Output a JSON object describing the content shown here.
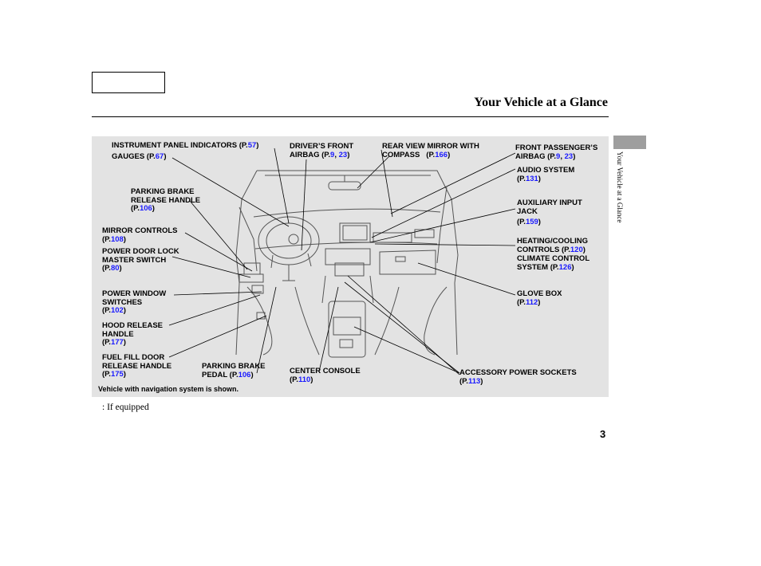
{
  "header": {
    "title": "Your Vehicle at a Glance",
    "side_tab_text": "Your Vehicle at a Glance"
  },
  "labels": {
    "instrument_panel": {
      "text": "INSTRUMENT PANEL INDICATORS (",
      "p": "P.",
      "n1": "57",
      "close": ")"
    },
    "gauges": {
      "text": "GAUGES (",
      "p": "P.",
      "n1": "67",
      "close": ")"
    },
    "parking_brake_handle": {
      "line1": "PARKING BRAKE",
      "line2": "RELEASE HANDLE",
      "open": "(",
      "p": "P.",
      "n1": "106",
      "close": ")"
    },
    "mirror_controls": {
      "line1": "MIRROR CONTROLS",
      "open": "(",
      "p": "P.",
      "n1": "108",
      "close": ")"
    },
    "power_door_lock": {
      "line1": "POWER DOOR LOCK",
      "line2": "MASTER SWITCH",
      "open": "(",
      "p": "P.",
      "n1": "80",
      "close": ")"
    },
    "power_window": {
      "line1": "POWER WINDOW",
      "line2": "SWITCHES",
      "open": "(",
      "p": "P.",
      "n1": "102",
      "close": ")"
    },
    "hood_release": {
      "line1": "HOOD RELEASE",
      "line2": "HANDLE",
      "open": "(",
      "p": "P.",
      "n1": "177",
      "close": ")"
    },
    "fuel_fill": {
      "line1": "FUEL FILL DOOR",
      "line2": "RELEASE HANDLE",
      "open": "(",
      "p": "P.",
      "n1": "175",
      "close": ")"
    },
    "parking_brake_pedal": {
      "line1": "PARKING BRAKE",
      "line2a": "PEDAL (",
      "p": "P.",
      "n1": "106",
      "close": ")"
    },
    "drivers_airbag": {
      "line1": "DRIVER’S FRONT",
      "line2a": "AIRBAG (",
      "p": "P.",
      "n1": "9",
      "sep": ", ",
      "n2": "23",
      "close": ")"
    },
    "rear_view_mirror": {
      "line1": "REAR VIEW MIRROR WITH",
      "line2a": "COMPASS",
      "open": "(",
      "p": "P.",
      "n1": "166",
      "close": ")"
    },
    "center_console": {
      "line1": "CENTER CONSOLE",
      "open": "(",
      "p": "P.",
      "n1": "110",
      "close": ")"
    },
    "accessory_power": {
      "line1": "ACCESSORY POWER SOCKETS",
      "open": "(",
      "p": "P.",
      "n1": "113",
      "close": ")"
    },
    "passenger_airbag": {
      "line1": "FRONT PASSENGER’S",
      "line2a": "AIRBAG (",
      "p": "P.",
      "n1": "9",
      "sep": ", ",
      "n2": "23",
      "close": ")"
    },
    "audio_system": {
      "line1": "AUDIO SYSTEM",
      "open": "(",
      "p": "P.",
      "n1": "131",
      "close": ")"
    },
    "aux_input": {
      "line1": "AUXILIARY INPUT",
      "line2": "JACK",
      "open": "(",
      "p": "P.",
      "n1": "159",
      "close": ")"
    },
    "heating_cooling": {
      "line1": "HEATING/COOLING",
      "line2a": "CONTROLS (",
      "p": "P.",
      "n1": "120",
      "close": ")"
    },
    "climate_control": {
      "line1": "CLIMATE CONTROL",
      "line2a": "SYSTEM (",
      "p": "P.",
      "n1": "126",
      "close": ")"
    },
    "glove_box": {
      "line1": "GLOVE BOX",
      "open": "(",
      "p": "P.",
      "n1": "112",
      "close": ")"
    }
  },
  "panel_note": "Vehicle with navigation system is shown.",
  "legend_text": ": If equipped",
  "page_number": "3",
  "colors": {
    "panel_bg": "#e3e3e3",
    "reference_blue": "#1a1aff",
    "side_tab": "#9e9e9e"
  }
}
